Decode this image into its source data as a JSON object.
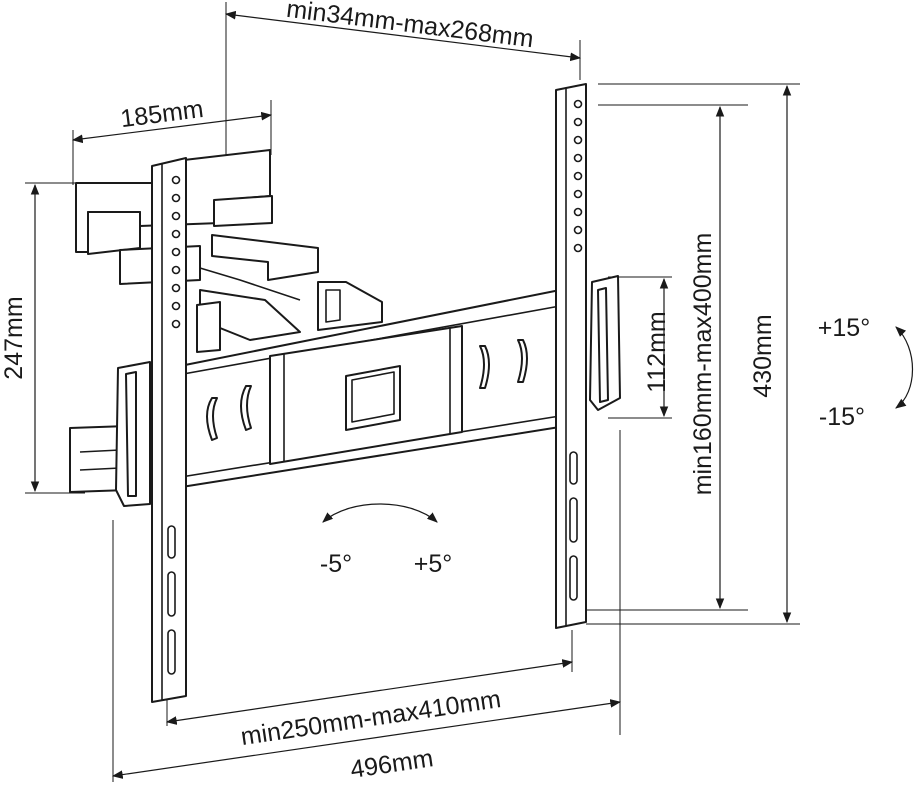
{
  "dimensions": {
    "arm_extension": "min34mm-max268mm",
    "wall_plate_width": "185mm",
    "wall_plate_height": "247mm",
    "vesa_horizontal": "min250mm-max410mm",
    "overall_width": "496mm",
    "vesa_vertical": "min160mm-max400mm",
    "rail_height": "112mm",
    "bracket_height": "430mm"
  },
  "angles": {
    "tilt_up": "+15°",
    "tilt_down": "-15°",
    "swivel_left": "-5°",
    "swivel_right": "+5°"
  }
}
